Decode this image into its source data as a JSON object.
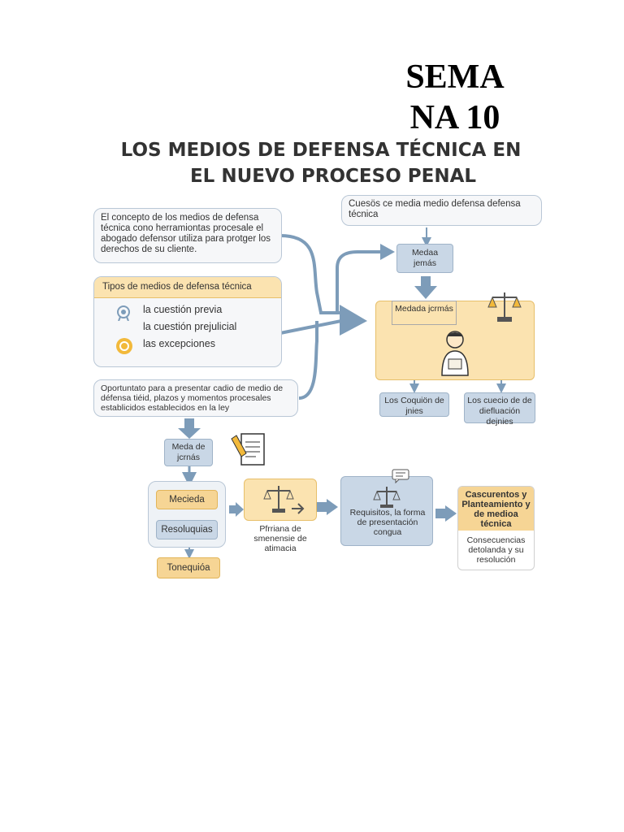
{
  "header": {
    "sema_line1": "SEMA",
    "sema_line2": "NA 10"
  },
  "title": {
    "line1": "LOS MEDIOS DE DEFENSA TÉCNICA EN",
    "line2": "EL NUEVO PROCESO PENAL"
  },
  "concept_box": {
    "text": "El concepto de los medios de defensa técnica cono herramiontas procesale el abogado defensor utiliza para protger los derechos de su cliente."
  },
  "tipos_box": {
    "title": "Tipos de medios de defensa técnica",
    "items": [
      "la cuestión previa",
      "la cuestión prejulicial",
      "las excepciones"
    ]
  },
  "oportunidad_box": {
    "text": "Oportuntato para a presentar cadio de medio de défensa tiéid, plazos y momentos procesales establicidos establecidos en la ley"
  },
  "top_right_box": {
    "text": "Cuesös ce media medio defensa defensa técnica"
  },
  "medaa_box": {
    "text": "Medaa jemás"
  },
  "mendada_box": {
    "text": "Medada jcrmás"
  },
  "coquion_box": {
    "text": "Los Coquiön de jnies"
  },
  "cuecio_box": {
    "text": "Los cuecio de de diefluación dejnies"
  },
  "meda_box": {
    "text": "Meda de jcrnás"
  },
  "mecieda_label": "Mecieda",
  "resoluquias_label": "Resoluquias",
  "tonequioa_label": "Tonequióa",
  "plataforma_text": "Pfrriana de smenensie de atimacia",
  "requisitos_text": "Requisitos, la forma de presentación congua",
  "final_box": {
    "title": "Cascurentos y Planteamiento y de medioa técnica",
    "subtitle": "Consecuencias detolanda y su resolución"
  },
  "colors": {
    "arrow": "#7d9cb9",
    "orange_fill": "#f6d595",
    "blue_fill": "#c9d7e6",
    "box_border": "#b9c7d6"
  },
  "icons": [
    "medal-icon",
    "seal-icon",
    "scales-icon",
    "lawyer-icon",
    "document-pen-icon",
    "gavel-scales-icon",
    "scales-icon-2",
    "chat-icon"
  ]
}
